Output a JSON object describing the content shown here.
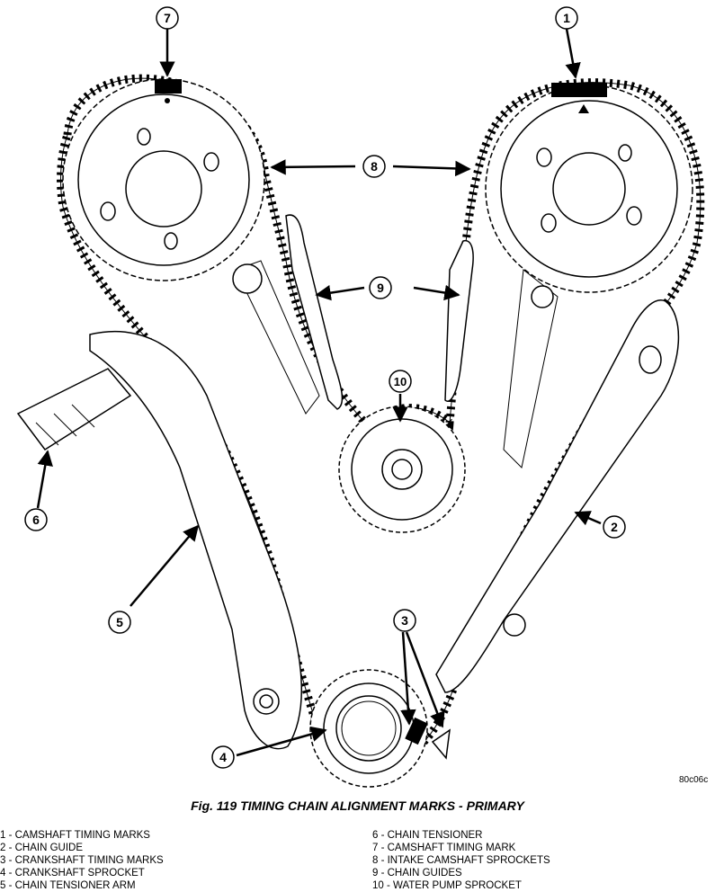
{
  "figure": {
    "code": "80c06c",
    "caption": "Fig. 119 TIMING CHAIN ALIGNMENT MARKS - PRIMARY"
  },
  "callouts": [
    "1",
    "2",
    "3",
    "4",
    "5",
    "6",
    "7",
    "8",
    "9",
    "10"
  ],
  "legend": {
    "left": [
      "1 - CAMSHAFT TIMING MARKS",
      "2 - CHAIN GUIDE",
      "3 - CRANKSHAFT TIMING MARKS",
      "4 - CRANKSHAFT SPROCKET",
      "5 - CHAIN TENSIONER ARM"
    ],
    "right": [
      "6 - CHAIN TENSIONER",
      "7 - CAMSHAFT TIMING MARK",
      "8 - INTAKE CAMSHAFT SPROCKETS",
      "9 - CHAIN GUIDES",
      "10 - WATER PUMP SPROCKET"
    ]
  }
}
